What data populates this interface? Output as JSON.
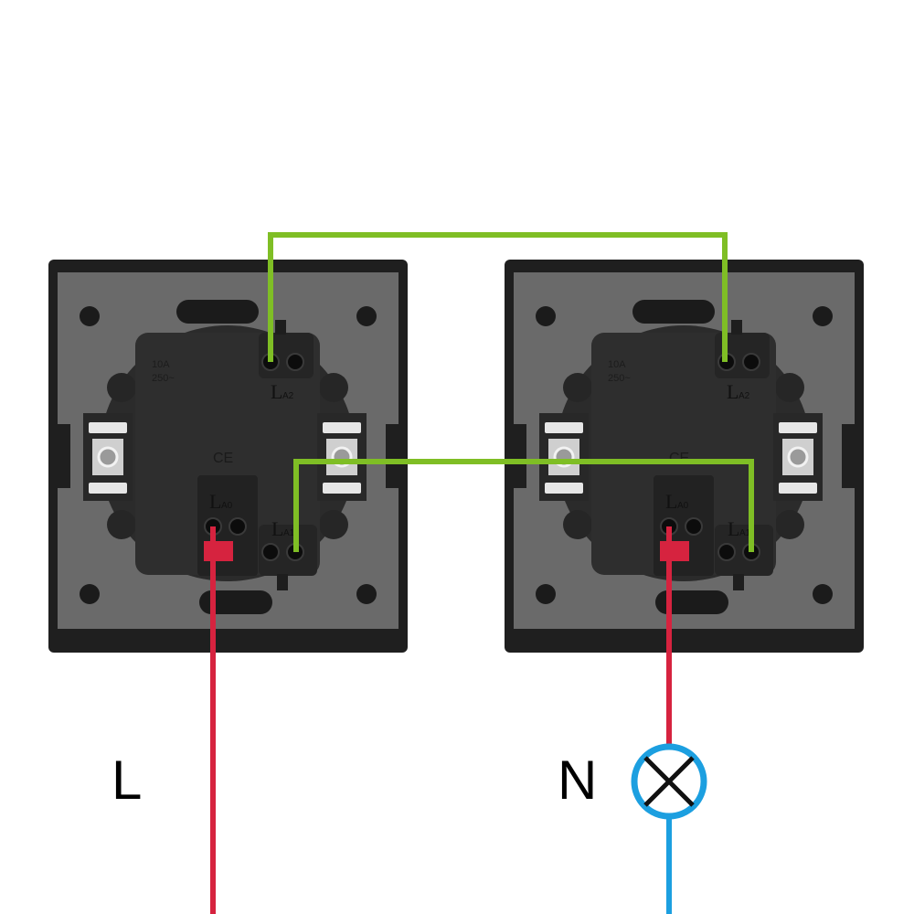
{
  "labels": {
    "line": "L",
    "neutral": "N"
  },
  "switch_markings": {
    "rating_current": "10A",
    "rating_voltage": "250~",
    "ce_mark": "CE",
    "terminal_common": "L",
    "terminal_common_sub": "A0",
    "terminal_out1": "L",
    "terminal_out1_sub": "A1",
    "terminal_out2": "L",
    "terminal_out2_sub": "A2"
  },
  "colors": {
    "live_wire": "#d6233f",
    "neutral_wire": "#1c9fe0",
    "traveler_wire": "#7fbe25",
    "switch_frame": "#1f1f1f",
    "switch_plate": "#6a6a6a",
    "switch_body": "#2a2a2a",
    "lamp_ring": "#1c9fe0"
  },
  "icons": {
    "lamp": "lamp-symbol-icon",
    "switch": "two-way-switch-icon"
  }
}
